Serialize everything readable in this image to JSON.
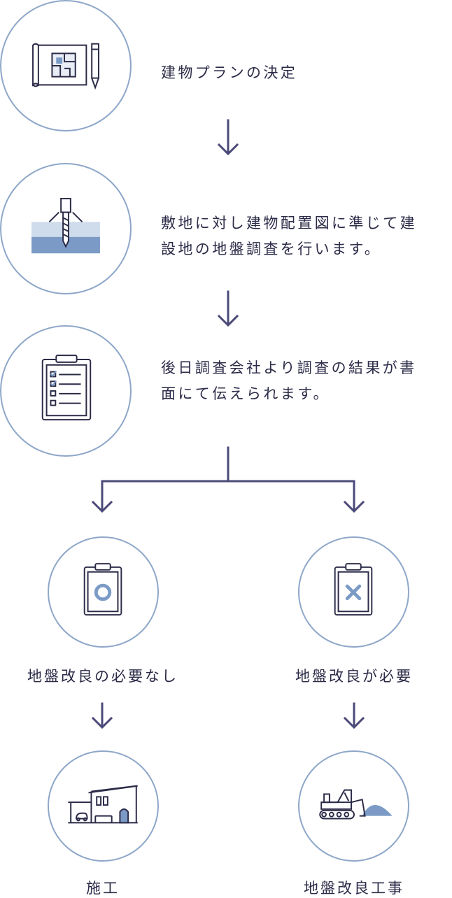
{
  "steps": [
    {
      "icon": "blueprint-pencil-icon",
      "text": "建物プランの決定"
    },
    {
      "icon": "ground-survey-drill-icon",
      "lines": [
        "敷地に対し建物配置図に準じて建",
        "設地の地盤調査を行います。"
      ]
    },
    {
      "icon": "clipboard-checklist-icon",
      "lines": [
        "後日調査会社より調査の結果が書",
        "面にて伝えられます。"
      ]
    }
  ],
  "branches": {
    "left": {
      "icon": "clipboard-circle-icon",
      "label": "地盤改良の必要なし",
      "result_icon": "house-icon",
      "result_label": "施工"
    },
    "right": {
      "icon": "clipboard-cross-icon",
      "label": "地盤改良が必要",
      "result_icon": "bulldozer-icon",
      "result_label": "地盤改良工事"
    }
  },
  "colors": {
    "accent": "#7b9bc6",
    "arrow": "#4b4a78",
    "circle_border": "#8ea7c9",
    "text": "#2b2b48"
  }
}
